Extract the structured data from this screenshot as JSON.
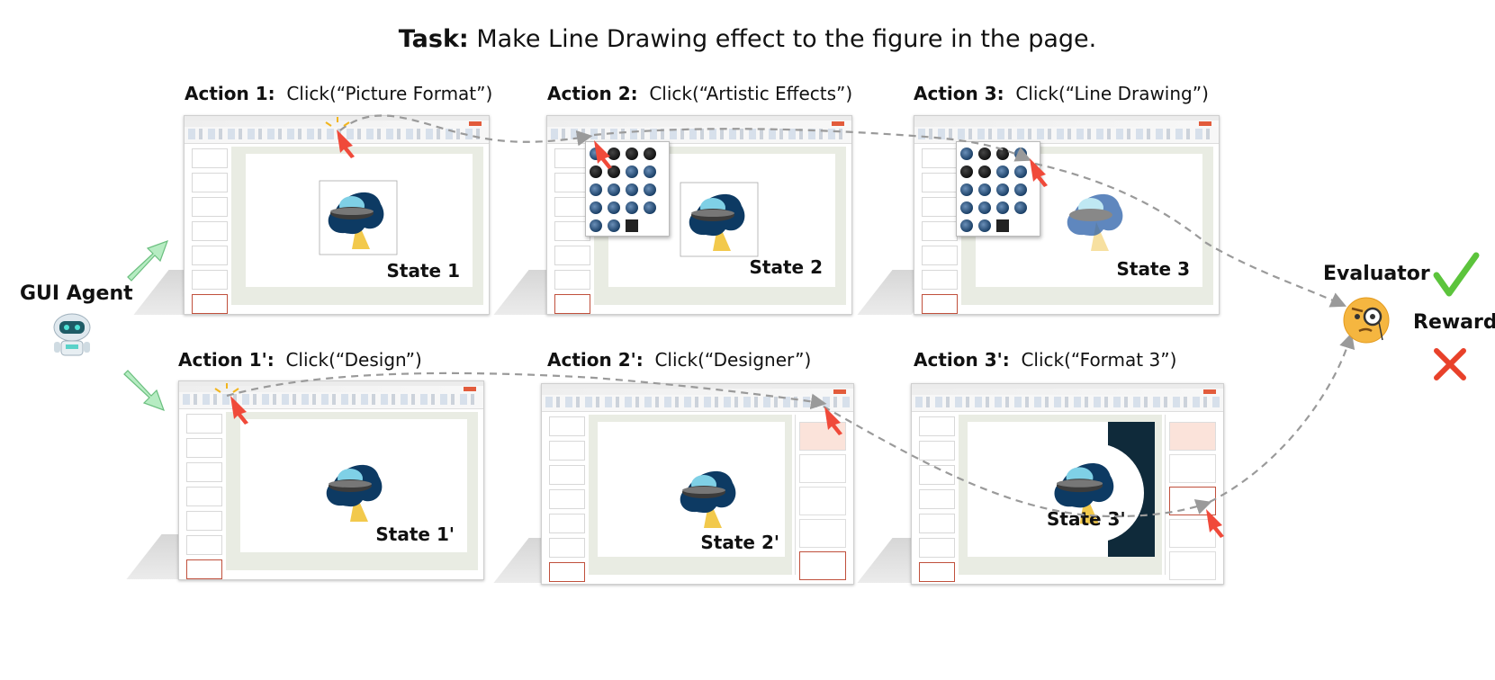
{
  "task": {
    "label": "Task:",
    "text": "Make Line Drawing effect to the figure in the page."
  },
  "top_row": [
    {
      "action_label": "Action 1:",
      "action_text": "Click(“Picture Format”)",
      "state": "State 1"
    },
    {
      "action_label": "Action 2:",
      "action_text": "Click(“Artistic Effects”)",
      "state": "State 2"
    },
    {
      "action_label": "Action 3:",
      "action_text": "Click(“Line Drawing”)",
      "state": "State 3"
    }
  ],
  "bottom_row": [
    {
      "action_label": "Action 1':",
      "action_text": "Click(“Design”)",
      "state": "State 1'"
    },
    {
      "action_label": "Action 2':",
      "action_text": "Click(“Designer”)",
      "state": "State 2'"
    },
    {
      "action_label": "Action 3':",
      "action_text": "Click(“Format 3”)",
      "state": "State 3'"
    }
  ],
  "agent": {
    "label": "GUI Agent",
    "icon": "robot-icon"
  },
  "evaluator": {
    "label": "Evaluator",
    "icon": "monocle-face-icon"
  },
  "reward": {
    "label": "Reward",
    "positive_icon": "green-check-icon",
    "negative_icon": "red-cross-icon"
  },
  "colors": {
    "check": "#5cc43c",
    "cross": "#e8412a",
    "cursor": "#f04a3a",
    "flow_arrow": "#9a9a9a",
    "agent_arrow": "#a8e6b4",
    "ufo_blue": "#0d3a63",
    "beam": "#f2c94c"
  }
}
